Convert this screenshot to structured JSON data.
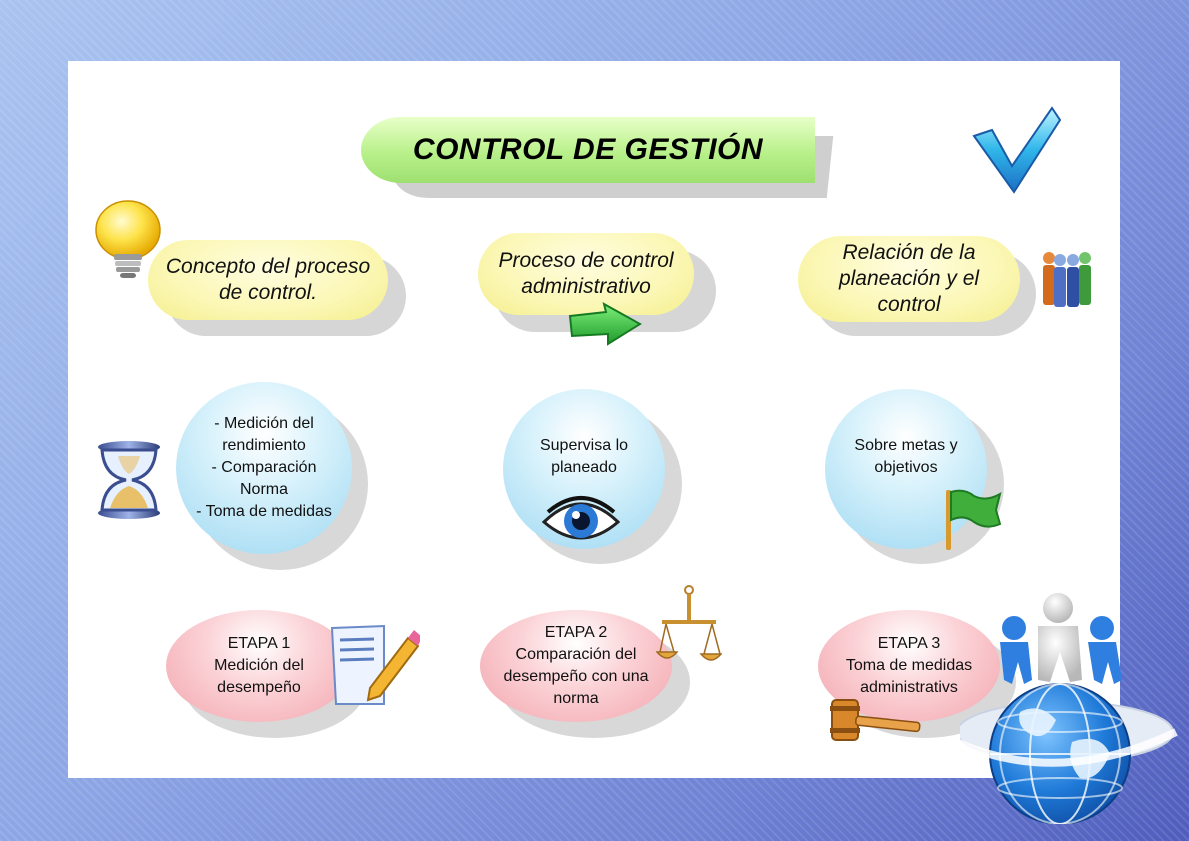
{
  "title": "CONTROL DE GESTIÓN",
  "headers": [
    {
      "lines": [
        "Concepto del proceso",
        "de control."
      ],
      "icon": "lightbulb-icon"
    },
    {
      "lines": [
        "Proceso de control",
        "administrativo"
      ],
      "icon": "green-arrow-icon"
    },
    {
      "lines": [
        "Relación  de la",
        "planeación y el",
        "control"
      ],
      "icon": "people-group-icon"
    }
  ],
  "circles": [
    {
      "lines": [
        "- Medición del",
        "rendimiento",
        "- Comparación",
        "Norma",
        "- Toma de medidas"
      ],
      "icon": "hourglass-icon"
    },
    {
      "lines": [
        "Supervisa lo",
        "planeado"
      ],
      "icon": "eye-icon"
    },
    {
      "lines": [
        "Sobre metas y",
        "objetivos"
      ],
      "icon": "flag-icon"
    }
  ],
  "stages": [
    {
      "lines": [
        "ETAPA 1",
        "Medición del",
        "desempeño"
      ],
      "icon": "document-pencil-icon"
    },
    {
      "lines": [
        "ETAPA 2",
        "Comparación del",
        "desempeño con una",
        "norma"
      ],
      "icon": "scales-icon"
    },
    {
      "lines": [
        "ETAPA 3",
        "Toma de medidas",
        "administrativs"
      ],
      "icon": "gavel-icon"
    }
  ],
  "decorations": {
    "corner_icon": "checkmark-icon",
    "globe_icon": "globe-people-icon"
  },
  "colors": {
    "banner": "#b8f08a",
    "pill": "#fbf7b4",
    "circle": "#9ed8f2",
    "oval": "#f2a5ad",
    "background": "#6f82d4"
  }
}
